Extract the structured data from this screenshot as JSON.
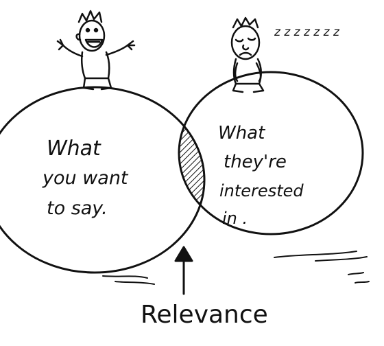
{
  "left_circle": {
    "lines": [
      "What",
      "you want",
      "to say."
    ]
  },
  "right_circle": {
    "lines": [
      "What",
      "they're",
      "interested",
      "in ."
    ]
  },
  "snore_text": "z z z z z z z",
  "caption": "Relevance",
  "colors": {
    "ink": "#111111",
    "background": "#ffffff"
  }
}
